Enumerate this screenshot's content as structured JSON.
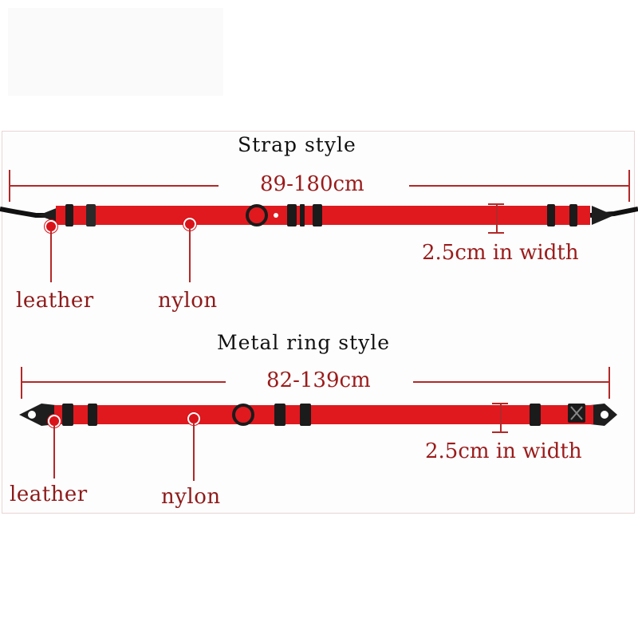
{
  "strap_style": {
    "title": "Strap style",
    "length": "89-180cm",
    "width_label": "2.5cm in width",
    "label_leather": "leather",
    "label_nylon": "nylon"
  },
  "metal_ring_style": {
    "title": "Metal ring style",
    "length": "82-139cm",
    "width_label": "2.5cm in width",
    "label_leather": "leather",
    "label_nylon": "nylon"
  },
  "colors": {
    "nylon_red": "#e0191f",
    "annotation_red": "#b32828",
    "buckle_black": "#1b1b1b"
  }
}
